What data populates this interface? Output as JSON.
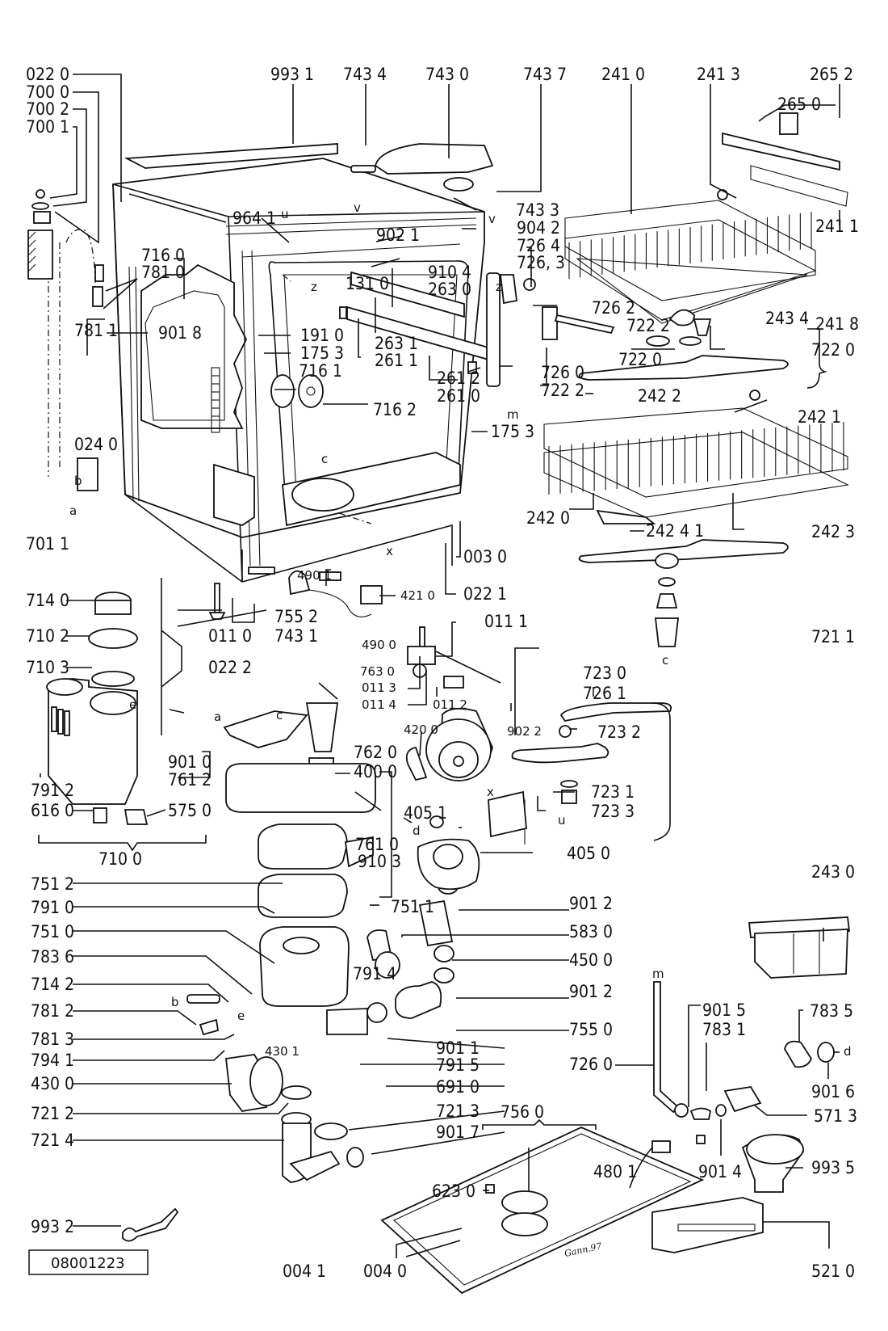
{
  "document": {
    "type": "exploded parts diagram",
    "subject": "Dishwasher",
    "drawing_code": "08001223",
    "signature": "Gann.97"
  },
  "labels": {
    "p0220": "022 0",
    "p7000": "700 0",
    "p7002": "700 2",
    "p7001": "700 1",
    "p9931": "993 1",
    "p7434": "743 4",
    "p7430": "743 0",
    "p7437": "743 7",
    "p2410": "241 0",
    "p2413": "241 3",
    "p2652": "265 2",
    "p2650": "265 0",
    "p2411": "241 1",
    "p9641": "964 1",
    "p9021": "902 1",
    "p7433": "743 3",
    "p9042": "904 2",
    "p7264": "726 4",
    "p7263": "726, 3",
    "p7160": "716 0",
    "p7810": "781 0",
    "p1310": "131 0",
    "p9104": "910 4",
    "p2630": "263 0",
    "p7262": "726 2",
    "p2434": "243 4",
    "p2418": "241 8",
    "p7811": "781 1",
    "p9018": "901 8",
    "p1910": "191 0",
    "p1753a": "175 3",
    "p2631": "263 1",
    "p2611": "261 1",
    "p7222a": "722 2",
    "p7220": "722 0",
    "p7220b": "722 0",
    "p7161": "716 1",
    "p2612": "261 2",
    "p2610": "261 0",
    "p7260a": "726 0",
    "p7222b": "722 2",
    "p7162": "716 2",
    "p2422": "242 2",
    "p2421": "242 1",
    "p1753b": "175 3",
    "p0240": "024 0",
    "p7011": "701 1",
    "p2420": "242 0",
    "p2424": "242 4 1",
    "p2423": "242 3",
    "p0030": "003 0",
    "p4901": "490 1",
    "p4210": "421 0",
    "p0221": "022 1",
    "p7140": "714 0",
    "p7552": "755 2",
    "p0111": "011 1",
    "p7102": "710 2",
    "p0110": "011 0",
    "p7431": "743 1",
    "p4900": "490 0",
    "p7211": "721 1",
    "p7103": "710 3",
    "p0222": "022 2",
    "p7630": "763 0",
    "p0113": "011 3",
    "p0114": "011 4",
    "p0112": "011 2",
    "p7230": "723 0",
    "p7261": "726 1",
    "p9022": "902 2",
    "p4200": "420 0",
    "p9010": "901 0",
    "p7232": "723 2",
    "p7620": "762 0",
    "p4000": "400 0",
    "p7612": "761 2",
    "p7912": "791 2",
    "p7231": "723 1",
    "p4051": "405 1",
    "p7233": "723 3",
    "p6160": "616 0",
    "p5750": "575 0",
    "p7610": "761 0",
    "p9103": "910 3",
    "p4050": "405 0",
    "p7100": "710 0",
    "p2430": "243 0",
    "p7512": "751 2",
    "p9012a": "901 2",
    "p7910": "791 0",
    "p7511": "751 1",
    "p5830": "583 0",
    "p7510": "751 0",
    "p4500": "450 0",
    "p7836": "783 6",
    "p7914": "791 4",
    "p7142": "714 2",
    "p9012b": "901 2",
    "p7812": "781 2",
    "p9015": "901 5",
    "p7835": "783 5",
    "p7550": "755 0",
    "p7831": "783 1",
    "p7813": "781 3",
    "p9011": "901 1",
    "p4301": "430 1",
    "p7941": "794 1",
    "p7260b": "726 0",
    "p7915": "791 5",
    "p4300": "430 0",
    "p6910": "691 0",
    "p9016": "901 6",
    "p5713": "571 3",
    "p7212": "721 2",
    "p7213": "721 3",
    "p7560": "756 0",
    "p7214": "721 4",
    "p9017": "901 7",
    "p4801": "480 1",
    "p9014": "901 4",
    "p9935": "993 5",
    "p6230": "623 0",
    "p9932": "993 2",
    "p0041": "004 1",
    "p0040": "004 0",
    "p5210": "521 0"
  },
  "reference_letters": {
    "a1": "a",
    "a2": "a",
    "b1": "b",
    "b2": "b",
    "c1": "c",
    "c2": "c",
    "c3": "c",
    "d1": "d",
    "d2": "d",
    "e1": "e",
    "e2": "e",
    "m1": "m",
    "m2": "m",
    "u1": "u",
    "u2": "u",
    "v1": "v",
    "v2": "v",
    "x1": "x",
    "x2": "x",
    "z1": "z",
    "z2": "z"
  },
  "icons": {
    "cabinet": "dishwasher-cabinet",
    "upper_basket": "upper-dish-rack",
    "lower_basket": "lower-dish-rack",
    "spray_arm": "spray-arm",
    "motor": "wash-pump-motor",
    "softener": "water-softener",
    "funnel": "salt-funnel",
    "wrench": "spanner",
    "cutlery_basket": "cutlery-basket",
    "control_panel": "control-panel"
  }
}
